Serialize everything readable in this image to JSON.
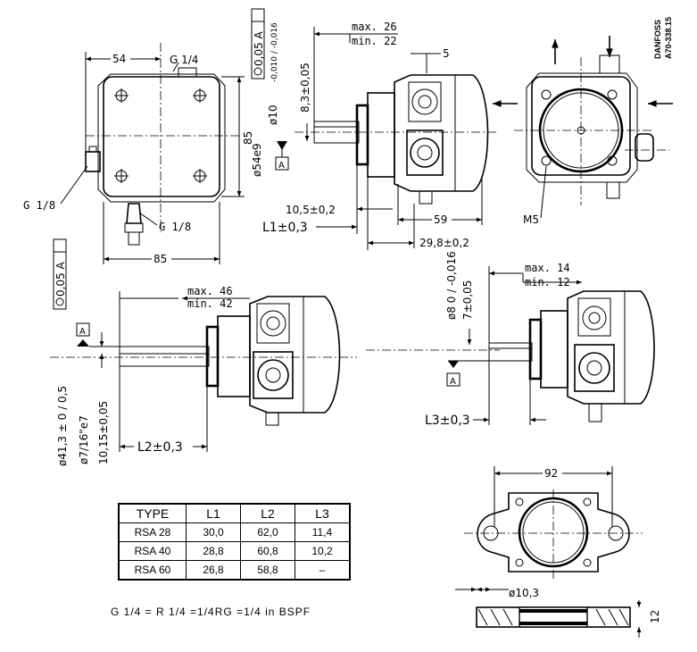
{
  "drawing": {
    "code_brand": "DANFOSS",
    "code_number": "A70-338.15"
  },
  "top_views": {
    "dim_54": "54",
    "port_g14": "G 1/4",
    "port_g18_left": "G 1/8",
    "port_g18_bottom": "G 1/8",
    "dim_85_vertical": "85",
    "dim_85_horizontal": "85",
    "tol_frame_top": "0,05 A",
    "dia_shaft_top": "ø10",
    "dia_shaft_top_tol": "-0,010 / -0,016",
    "key_height_top": "8,3±0,05",
    "spigot_dia": "ø54e9",
    "datum_top": "A",
    "max_top": "max. 26",
    "min_top": "min. 22",
    "dim_5": "5",
    "dim_10_5": "10,5±0,2",
    "dim_l1": "L1±0,3",
    "dim_59": "59",
    "dim_29_8": "29,8±0,2",
    "thread_m5": "M5"
  },
  "middle_views": {
    "tol_frame_left": "0,05 A",
    "datum_left": "A",
    "max_left": "max. 46",
    "min_left": "min. 42",
    "dia_41_3": "ø41,3 ± 0 / 0,5",
    "dia_7_16": "ø7/16\"e7",
    "dim_10_15": "10,15±0,05",
    "dim_l2": "L2±0,3",
    "max_right": "max. 14",
    "min_right": "min. 12",
    "dia_8": "ø8 0 / -0,016",
    "key_7": "7±0,05",
    "datum_right": "A",
    "dim_l3": "L3±0,3"
  },
  "flange": {
    "dim_92": "92",
    "dia_10_3": "ø10,3",
    "dim_12": "12"
  },
  "table": {
    "headers": [
      "TYPE",
      "L1",
      "L2",
      "L3"
    ],
    "rows": [
      {
        "type": "RSA 28",
        "l1": "30,0",
        "l2": "62,0",
        "l3": "11,4"
      },
      {
        "type": "RSA 40",
        "l1": "28,8",
        "l2": "60,8",
        "l3": "10,2"
      },
      {
        "type": "RSA 60",
        "l1": "26,8",
        "l2": "58,8",
        "l3": "–"
      }
    ]
  },
  "footnote": "G 1/4 = R 1/4 =1/4RG =1/4 in BSPF"
}
